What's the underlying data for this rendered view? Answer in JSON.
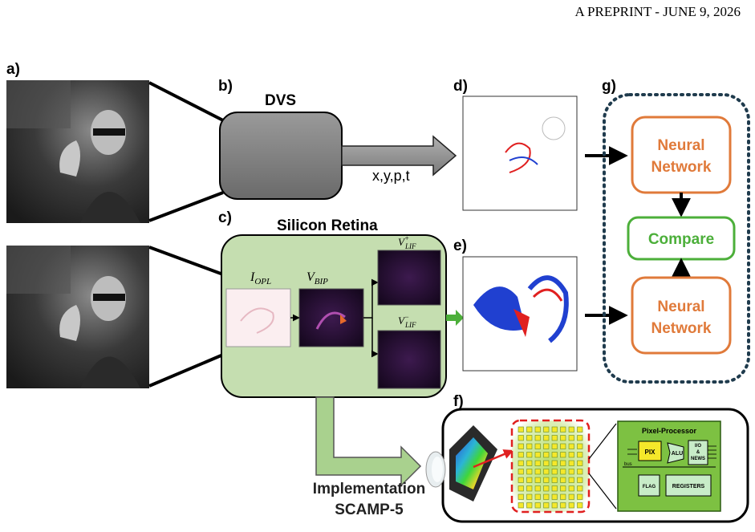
{
  "header": {
    "text": "A PREPRINT - JUNE 9, 2026"
  },
  "panels": {
    "a": "a)",
    "b": "b)",
    "c": "c)",
    "d": "d)",
    "e": "e)",
    "f": "f)",
    "g": "g)"
  },
  "dvs": {
    "title": "DVS",
    "output_label": "x,y,p,t"
  },
  "retina": {
    "title": "Silicon Retina",
    "opl_label": "I",
    "opl_sub": "OPL",
    "bip_label": "V",
    "bip_sub": "BIP",
    "lif_plus_label": "V",
    "lif_plus_sub": "LIF",
    "lif_plus_sup": "+",
    "lif_minus_label": "V",
    "lif_minus_sub": "LIF",
    "lif_minus_sup": "−"
  },
  "network": {
    "top_line1": "Neural",
    "top_line2": "Network",
    "compare": "Compare",
    "bottom_line1": "Neural",
    "bottom_line2": "Network"
  },
  "implementation": {
    "line1": "Implementation",
    "line2": "SCAMP-5"
  },
  "processor": {
    "title": "Pixel-Processor",
    "pix": "PIX",
    "alu": "ALU",
    "io_line1": "I/O",
    "io_line2": "&",
    "io_line3": "NEWS",
    "flag": "FLAG",
    "registers": "REGISTERS",
    "bus": "bus"
  },
  "colors": {
    "orange": "#e07a3a",
    "green": "#4caf3a",
    "retina_fill": "#c5deb0",
    "arrow_green": "#a9d18e",
    "dvs_gray": "#8c8c8c",
    "dotted_border": "#1f3b4d",
    "chip_green": "#7dc142"
  }
}
